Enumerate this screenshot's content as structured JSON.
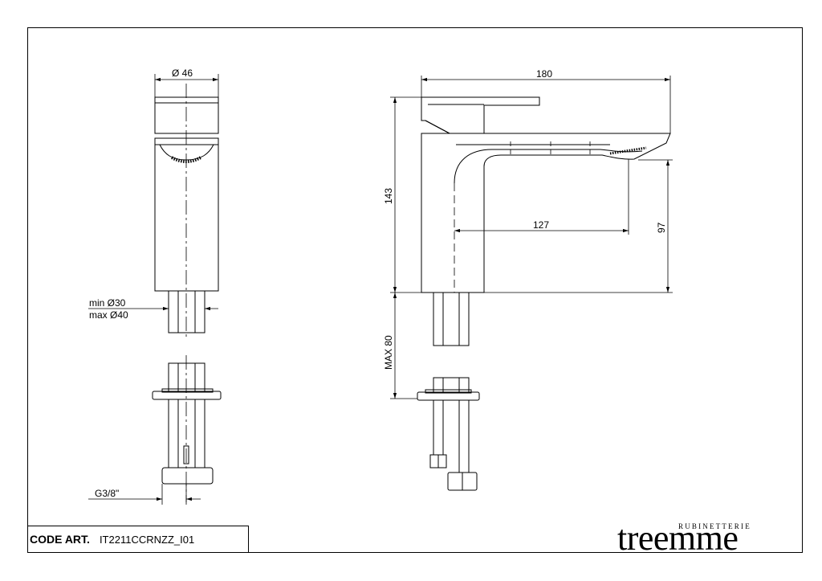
{
  "drawing": {
    "dimensions": {
      "diameter": "Ø 46",
      "min_diameter": "min Ø30",
      "max_diameter": "max Ø40",
      "thread": "G3/8\"",
      "length": "180",
      "height": "143",
      "reach": "127",
      "spout_height": "97",
      "max_thickness": "MAX 80"
    }
  },
  "title_block": {
    "code_label": "CODE ART.",
    "code_value": "IT2211CCRNZZ_I01"
  },
  "brand": {
    "tagline": "RUBINETTERIE",
    "name": "treemme"
  }
}
